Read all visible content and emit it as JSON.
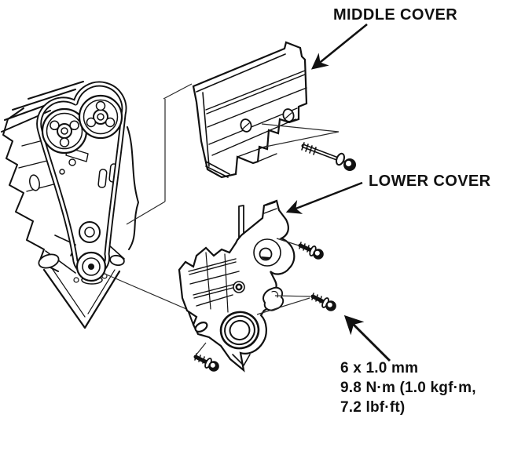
{
  "diagram": {
    "labels": {
      "middle_cover": "MIDDLE COVER",
      "lower_cover": "LOWER COVER"
    },
    "torque_spec": {
      "size_label": "6 x 1.0 mm",
      "torque_metric": "9.8 N·m (1.0 kgf·m,",
      "torque_imperial": "7.2 lbf·ft)"
    },
    "colors": {
      "ink": "#111111",
      "background": "#ffffff"
    }
  }
}
